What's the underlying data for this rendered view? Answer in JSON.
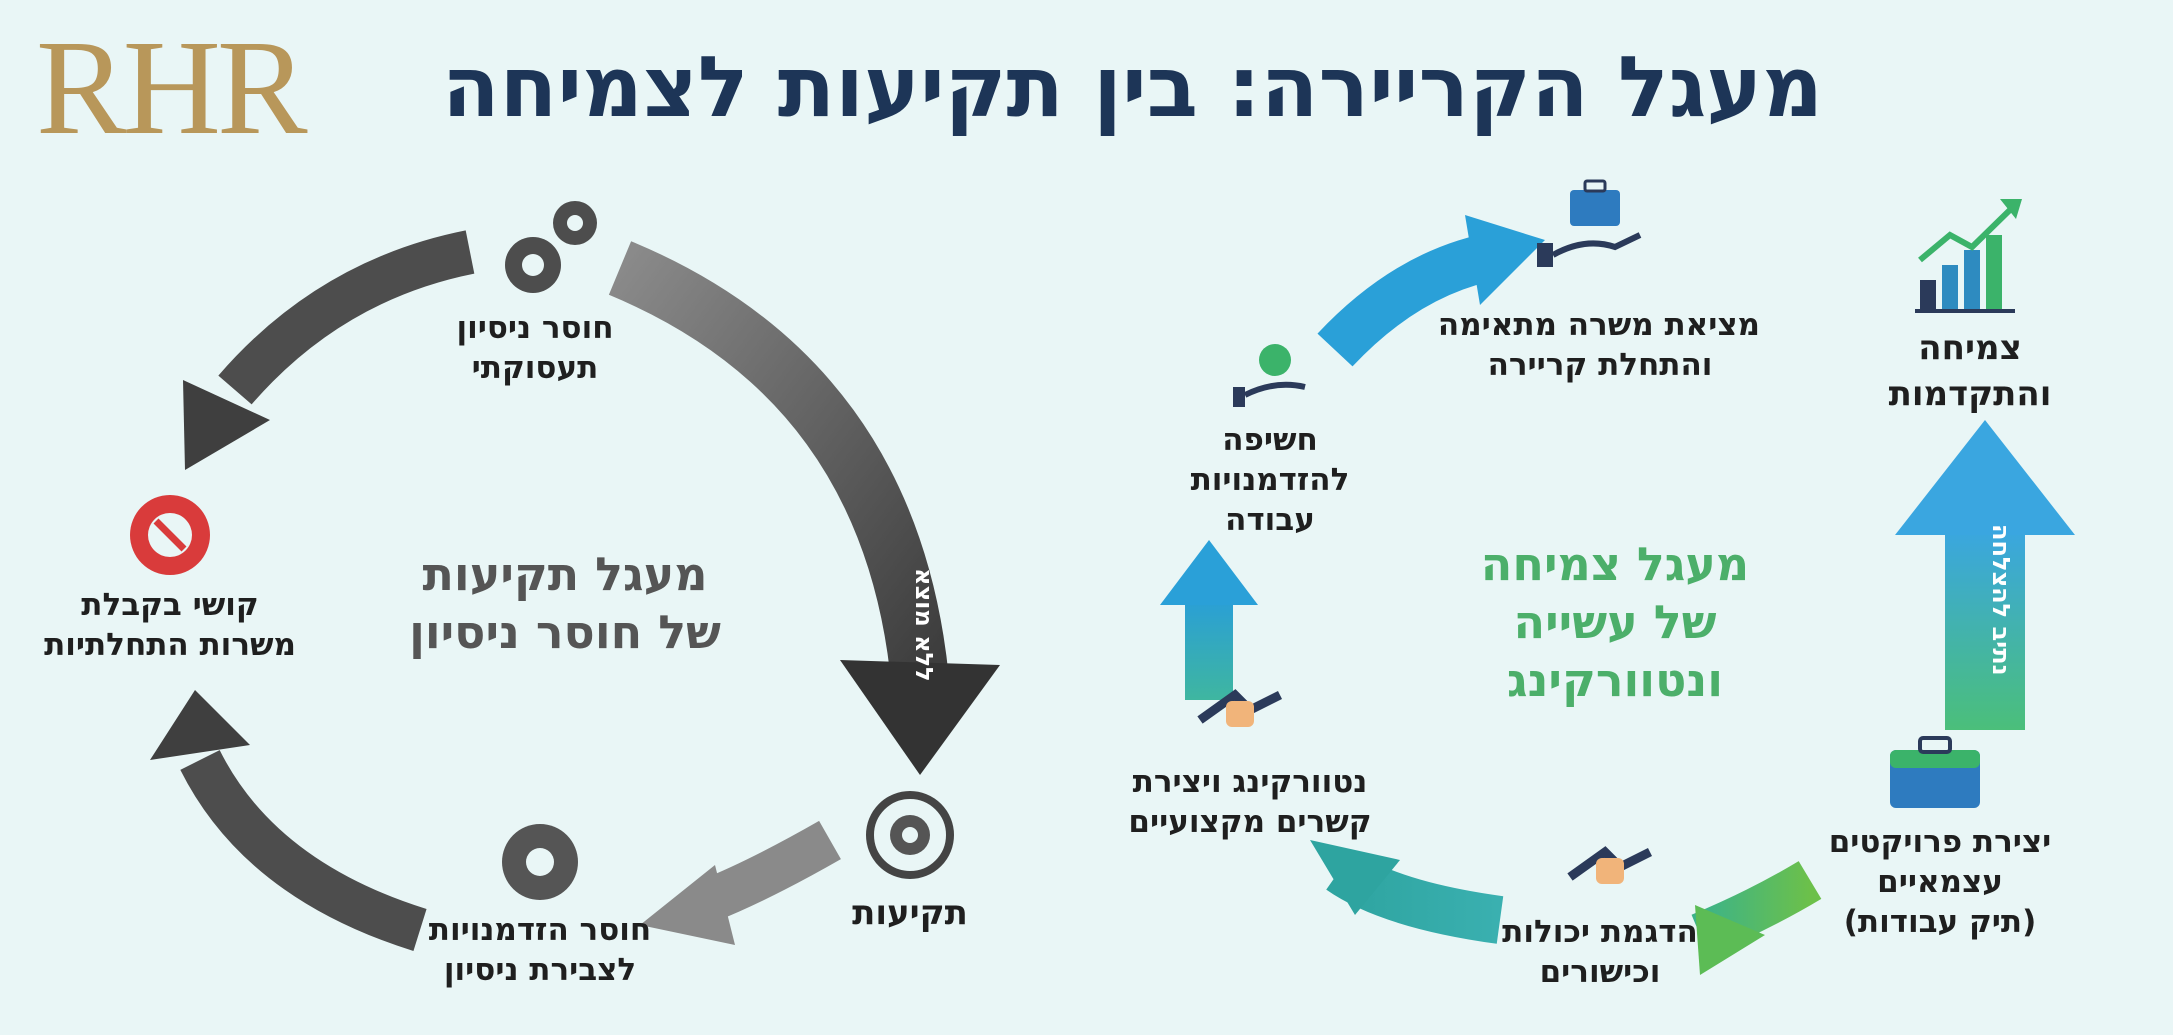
{
  "logo": "RHR",
  "title": "מעגל הקריירה: בין תקיעות לצמיחה",
  "stagnation_cycle": {
    "center_line1": "מעגל תקיעות",
    "center_line2": "של חוסר ניסיון",
    "arrow_label": "ללא מוצא",
    "nodes": {
      "no_experience_1": "חוסר ניסיון",
      "no_experience_2": "תעסוקתי",
      "difficulty_1": "קושי בקבלת",
      "difficulty_2": "משרות התחלתיות",
      "no_opportunities_1": "חוסר הזדמנויות",
      "no_opportunities_2": "לצבירת ניסיון",
      "stuck": "תקיעות"
    }
  },
  "growth_cycle": {
    "center_line1": "מעגל צמיחה",
    "center_line2": "של עשייה",
    "center_line3": "ונטוורקינג",
    "path_label": "נתיב להצלחה",
    "nodes": {
      "job_1": "מציאת משרה מתאימה",
      "job_2": "והתחלת קריירה",
      "exposure_1": "חשיפה",
      "exposure_2": "להזדמנויות",
      "exposure_3": "עבודה",
      "networking_1": "נטוורקינג ויצירת",
      "networking_2": "קשרים מקצועיים",
      "demo_1": "הדגמת יכולות",
      "demo_2": "וכישורים",
      "projects_1": "יצירת פרויקטים",
      "projects_2": "עצמאיים",
      "projects_3": "(תיק עבודות)",
      "growth_1": "צמיחה",
      "growth_2": "והתקדמות"
    }
  },
  "colors": {
    "title": "#1d3557",
    "logo": "#b8975a",
    "gray_arrow": "#5a5a5a",
    "blue_arrow": "#3aa6d8",
    "green_text": "#4caf6a",
    "red_icon": "#d93b3b"
  }
}
